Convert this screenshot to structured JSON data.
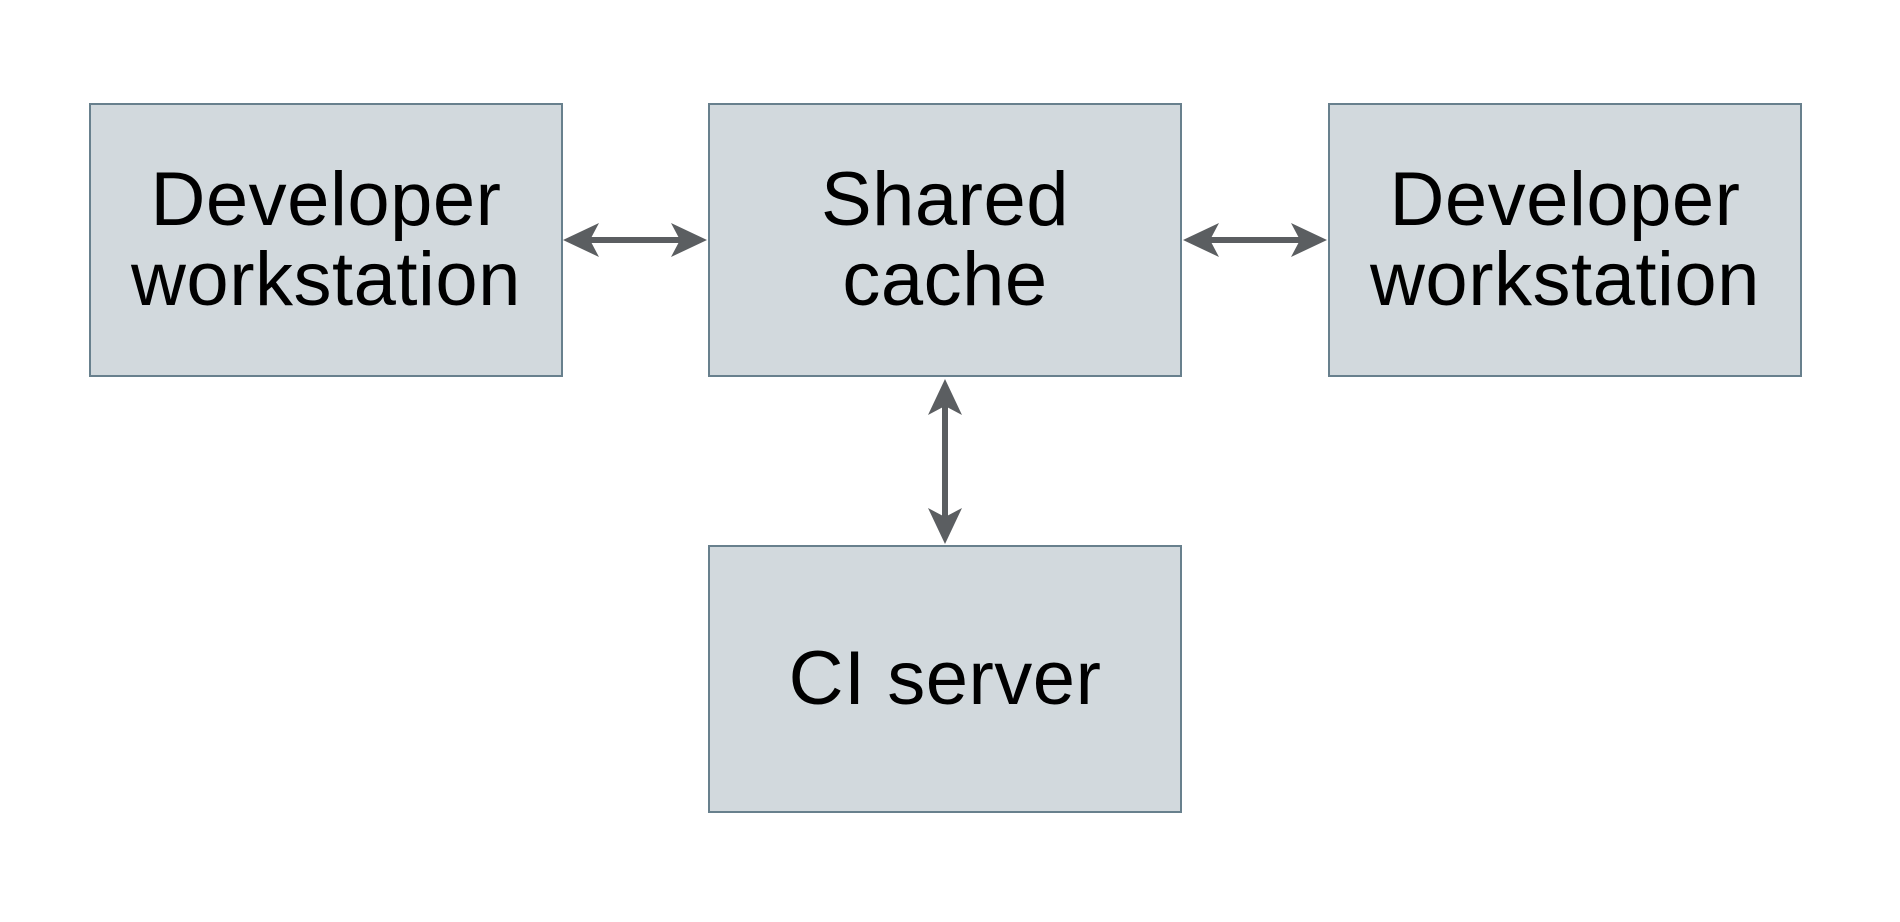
{
  "diagram": {
    "colors": {
      "background": "#ffffff",
      "box_fill": "#d2d9dd",
      "box_border": "#68808d",
      "arrow": "#5b5e61",
      "text": "#000000"
    },
    "nodes": [
      {
        "id": "developer-workstation-left",
        "label": "Developer\nworkstation"
      },
      {
        "id": "shared-cache",
        "label": "Shared\ncache"
      },
      {
        "id": "developer-workstation-right",
        "label": "Developer\nworkstation"
      },
      {
        "id": "ci-server",
        "label": "CI server"
      }
    ],
    "connections": [
      {
        "from": "developer-workstation-left",
        "to": "shared-cache",
        "direction": "bidirectional",
        "orientation": "horizontal"
      },
      {
        "from": "shared-cache",
        "to": "developer-workstation-right",
        "direction": "bidirectional",
        "orientation": "horizontal"
      },
      {
        "from": "shared-cache",
        "to": "ci-server",
        "direction": "bidirectional",
        "orientation": "vertical"
      }
    ]
  }
}
